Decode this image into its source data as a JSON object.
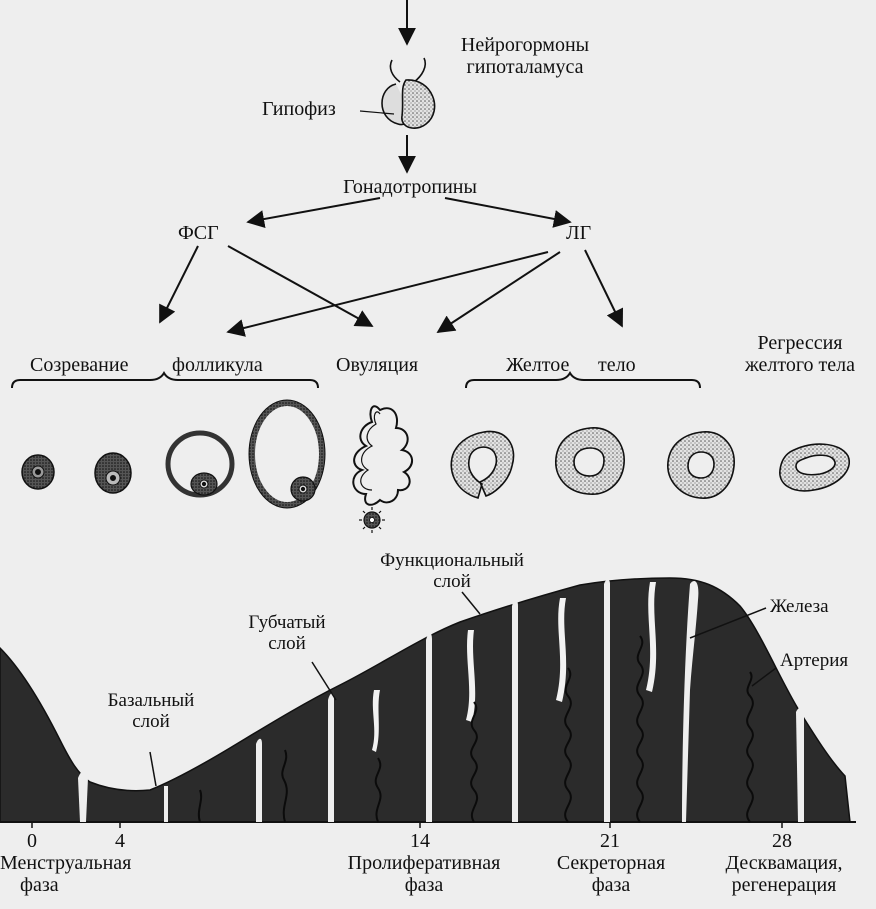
{
  "hypothalamus": {
    "line1": "Нейрогормоны",
    "line2": "гипоталамуса"
  },
  "pituitary": {
    "label": "Гипофиз"
  },
  "gonadotropins": {
    "label": "Гонадотропины"
  },
  "fsh": {
    "label": "ФСГ"
  },
  "lh": {
    "label": "ЛГ"
  },
  "ovary_stages": {
    "maturation_1": "Созревание",
    "maturation_2": "фолликула",
    "ovulation": "Овуляция",
    "corpus_luteum_1": "Желтое",
    "corpus_luteum_2": "тело",
    "regression_1": "Регрессия",
    "regression_2": "желтого тела"
  },
  "endometrium": {
    "functional_1": "Функциональный",
    "functional_2": "слой",
    "spongy_1": "Губчатый",
    "spongy_2": "слой",
    "basal_1": "Базальный",
    "basal_2": "слой",
    "gland": "Железа",
    "artery": "Артерия"
  },
  "days": {
    "d0": "0",
    "d4": "4",
    "d14": "14",
    "d21": "21",
    "d28": "28"
  },
  "phases": {
    "menstrual_1": "Менструальная",
    "menstrual_2": "фаза",
    "proliferative_1": "Пролиферативная",
    "proliferative_2": "фаза",
    "secretory_1": "Секреторная",
    "secretory_2": "фаза",
    "desquamation_1": "Десквамация,",
    "desquamation_2": "регенерация"
  },
  "colors": {
    "ink": "#111111",
    "tissue": "#2b2b2b",
    "paper": "#eeeeee"
  }
}
